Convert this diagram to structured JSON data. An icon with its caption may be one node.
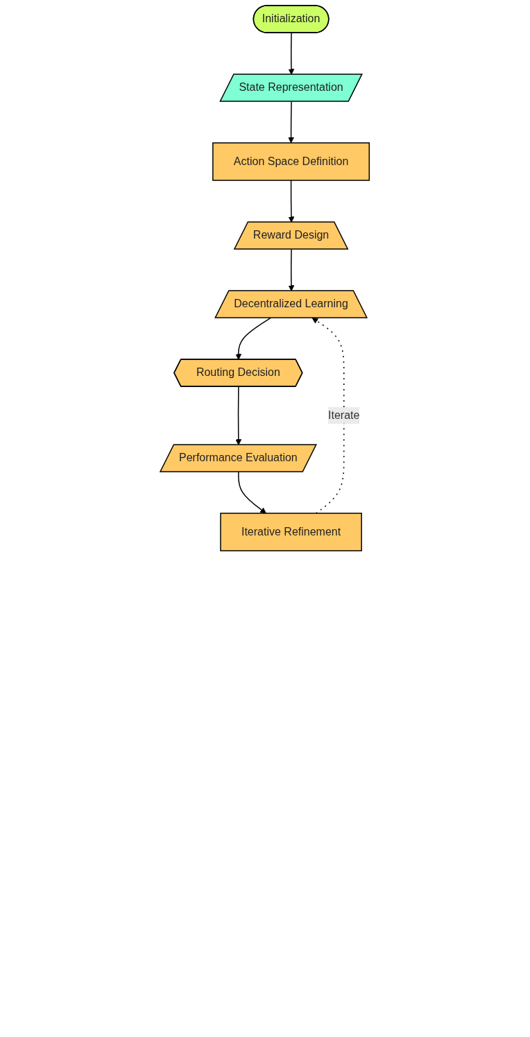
{
  "diagram": {
    "nodes": [
      {
        "text": [
          "Initialization"
        ]
      },
      {
        "text": [
          "State Representation"
        ]
      },
      {
        "text": [
          "Action Space Definition"
        ]
      },
      {
        "text": [
          "Reward Design"
        ]
      },
      {
        "text": [
          "Decentralized Learning"
        ]
      },
      {
        "text": [
          "Routing Decision"
        ]
      },
      {
        "text": [
          "Performance Evaluation"
        ]
      },
      {
        "text": [
          "Iterative Refinement"
        ]
      }
    ],
    "edges": [
      {
        "from": 0,
        "to": 1,
        "arrow": "to"
      },
      {
        "from": 1,
        "to": 2,
        "arrow": "to"
      },
      {
        "from": 2,
        "to": 3,
        "arrow": "to"
      },
      {
        "from": 3,
        "to": 4,
        "arrow": "to"
      },
      {
        "from": 4,
        "to": 5,
        "arrow": "to"
      },
      {
        "from": 5,
        "to": 6,
        "arrow": "to"
      },
      {
        "from": 6,
        "to": 7,
        "arrow": "to"
      },
      {
        "from": 7,
        "to": 4,
        "arrow": "to",
        "style": "dashed",
        "label": "Iterate"
      }
    ]
  }
}
